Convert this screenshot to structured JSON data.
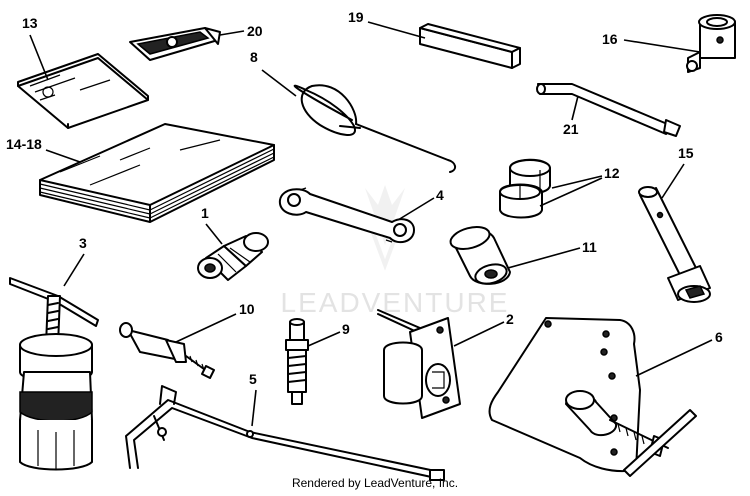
{
  "diagram": {
    "callouts": {
      "c1": "1",
      "c2": "2",
      "c3": "3",
      "c4": "4",
      "c5": "5",
      "c6": "6",
      "c8": "8",
      "c9": "9",
      "c10": "10",
      "c11": "11",
      "c12": "12",
      "c13": "13",
      "c14_18": "14-18",
      "c15": "15",
      "c16": "16",
      "c19": "19",
      "c20": "20",
      "c21": "21"
    },
    "watermark": "LEADVENTURE",
    "footer": "Rendered by LeadVenture, Inc."
  }
}
